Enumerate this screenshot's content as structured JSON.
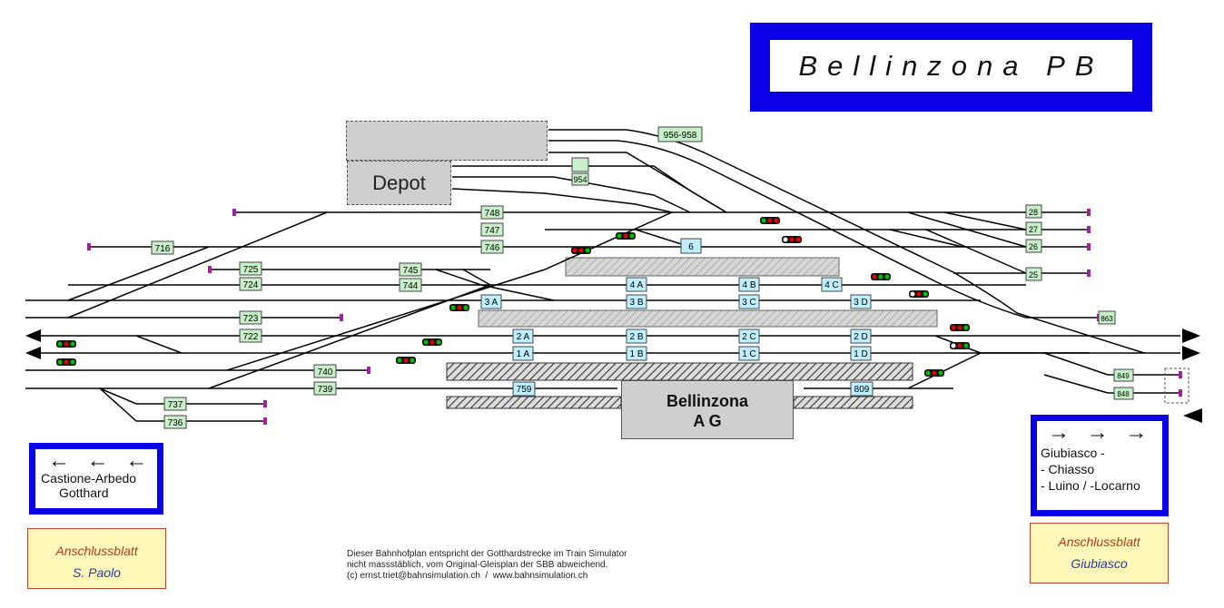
{
  "title": "Bellinzona PB",
  "depot_label": "Depot",
  "station_building": [
    "Bellinzona",
    "A G"
  ],
  "direction_left": {
    "arrows": "← ← ←",
    "lines": [
      "Castione-Arbedo",
      "Gotthard"
    ]
  },
  "direction_right": {
    "arrows": "→ → →",
    "lines": [
      "Giubiasco -",
      "- Chiasso",
      "- Luino / -Locarno"
    ]
  },
  "connection_left": {
    "title": "Anschlussblatt",
    "place": "S. Paolo"
  },
  "connection_right": {
    "title": "Anschlussblatt",
    "place": "Giubiasco"
  },
  "note": [
    "Dieser Bahnhofplan entspricht der Gotthardstrecke im Train Simulator",
    "nicht massstäblich, vom Original-Gleisplan der SBB abweichend.",
    "(c) ernst.triet@bahnsimulation.ch  /  www.bahnsimulation.ch"
  ],
  "track_labels_green": [
    "956-958",
    "954",
    "748",
    "747",
    "746",
    "716",
    "725",
    "745",
    "724",
    "744",
    "723",
    "722",
    "740",
    "739",
    "737",
    "736",
    "28",
    "27",
    "26",
    "25",
    "863",
    "849",
    "848"
  ],
  "track_labels_blue": [
    "6",
    "4 A",
    "4 B",
    "4 C",
    "3 A",
    "3 B",
    "3 C",
    "3 D",
    "2 A",
    "2 B",
    "2 C",
    "2 D",
    "1 A",
    "1 B",
    "1 C",
    "1 D",
    "759",
    "809"
  ],
  "colors": {
    "frame_blue": "#0a00e8",
    "green_label": "#c8f0c8",
    "blue_label": "#bfefff",
    "signal_red": "#e00000",
    "signal_green": "#00c000",
    "buffer": "#a020a0",
    "connection_bg": "#fff8b8"
  }
}
